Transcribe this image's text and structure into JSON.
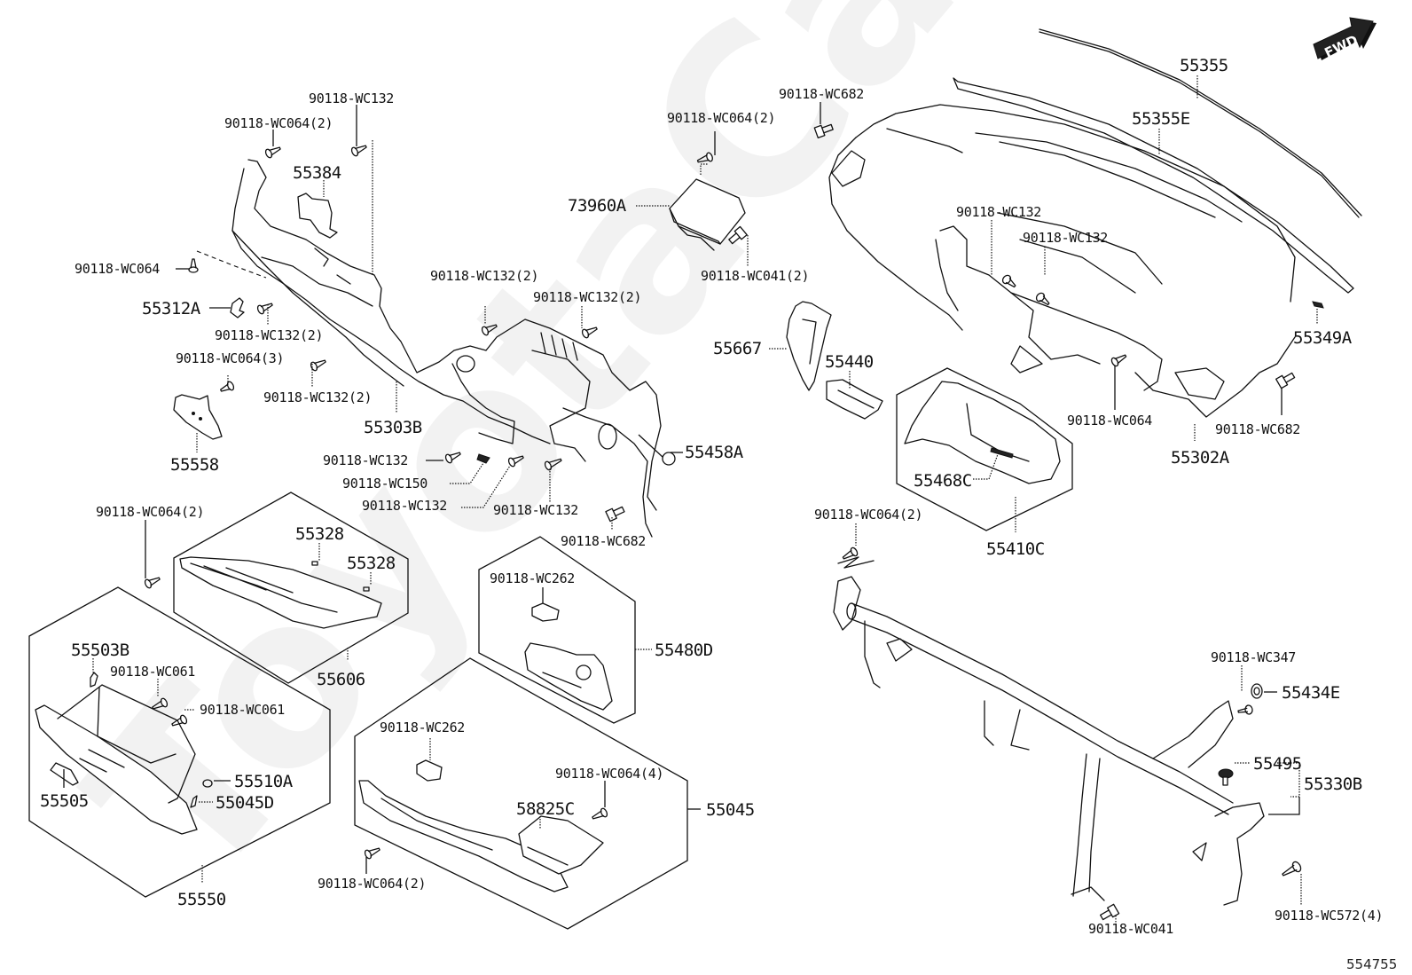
{
  "diagram": {
    "title": "Instrument Panel & Glove Compartment",
    "figure_number": "554755",
    "watermark": "ToyotaCarMir.ru",
    "direction_indicator": "FWD",
    "callouts": {
      "c_90118_WC132_top": "90118-WC132",
      "c_90118_WC064_2_top": "90118-WC064(2)",
      "c_55384": "55384",
      "c_90118_WC064_left": "90118-WC064",
      "c_55312A": "55312A",
      "c_90118_WC132_2_a": "90118-WC132(2)",
      "c_90118_WC064_3": "90118-WC064(3)",
      "c_90118_WC132_2_b": "90118-WC132(2)",
      "c_55303B": "55303B",
      "c_55558": "55558",
      "c_90118_WC132_2_c": "90118-WC132(2)",
      "c_90118_WC132_2_d": "90118-WC132(2)",
      "c_90118_WC132_m1": "90118-WC132",
      "c_90118_WC150": "90118-WC150",
      "c_90118_WC132_m2": "90118-WC132",
      "c_90118_WC132_m3": "90118-WC132",
      "c_55458A": "55458A",
      "c_90118_WC682_mid": "90118-WC682",
      "c_90118_WC064_2_ecu": "90118-WC064(2)",
      "c_73960A": "73960A",
      "c_90118_WC041_2": "90118-WC041(2)",
      "c_90118_WC682_top": "90118-WC682",
      "c_55355": "55355",
      "c_55355E": "55355E",
      "c_90118_WC132_r1": "90118-WC132",
      "c_90118_WC132_r2": "90118-WC132",
      "c_55349A": "55349A",
      "c_55667": "55667",
      "c_55440": "55440",
      "c_90118_WC064_r": "90118-WC064",
      "c_90118_WC682_r": "90118-WC682",
      "c_55302A": "55302A",
      "c_55468C": "55468C",
      "c_55410C": "55410C",
      "c_90118_WC064_2_pipe": "90118-WC064(2)",
      "c_90118_WC064_2_tray": "90118-WC064(2)",
      "c_55328_a": "55328",
      "c_55328_b": "55328",
      "c_55606": "55606",
      "c_90118_WC262_a": "90118-WC262",
      "c_55480D": "55480D",
      "c_55503B": "55503B",
      "c_90118_WC061_a": "90118-WC061",
      "c_90118_WC061_b": "90118-WC061",
      "c_55510A": "55510A",
      "c_55045D": "55045D",
      "c_55505": "55505",
      "c_55550": "55550",
      "c_90118_WC262_b": "90118-WC262",
      "c_90118_WC064_4": "90118-WC064(4)",
      "c_58825C": "58825C",
      "c_55045": "55045",
      "c_90118_WC064_2_low": "90118-WC064(2)",
      "c_90118_WC347": "90118-WC347",
      "c_55434E": "55434E",
      "c_55495": "55495",
      "c_55330B": "55330B",
      "c_90118_WC041": "90118-WC041",
      "c_90118_WC572_4": "90118-WC572(4)"
    }
  }
}
